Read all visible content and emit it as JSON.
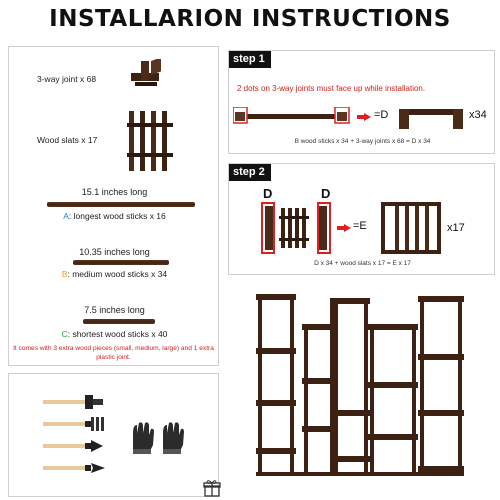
{
  "title": "INSTALLARION INSTRUCTIONS",
  "parts": {
    "joint_label": "3-way joint x 68",
    "slats_label": "Wood slats x 17",
    "long": {
      "length": "15.1 inches long",
      "letter": "A",
      "desc": ": longest wood sticks x 16"
    },
    "medium": {
      "length": "10.35 inches long",
      "letter": "B",
      "desc": ": medium wood sticks x 34"
    },
    "short": {
      "length": "7.5 inches long",
      "letter": "C",
      "desc": ": shortest wood sticks x 40"
    },
    "extra_note": "It comes with 3 extra wood pieces (small, medium, large) and 1 extra plastic joint."
  },
  "step1": {
    "tag": "step 1",
    "note": "2 dots on 3-way joints must face up while installation.",
    "result": "=D",
    "count": "x34",
    "formula": "B wood sticks x 34 + 3-way joints x 68 = D x 34"
  },
  "step2": {
    "tag": "step 2",
    "d_left": "D",
    "d_right": "D",
    "result": "=E",
    "count": "x17",
    "formula": "D x 34 + wood slats x 17 = E x 17"
  },
  "colors": {
    "red": "#d0211c",
    "wood": "#3d2214",
    "a": "#1a7fd4",
    "b": "#e8a21a",
    "c": "#2aa43c"
  },
  "tools": [
    "hammer-icon",
    "rake-icon",
    "shovel-icon",
    "trowel-icon",
    "gloves-icon",
    "gift-icon"
  ]
}
